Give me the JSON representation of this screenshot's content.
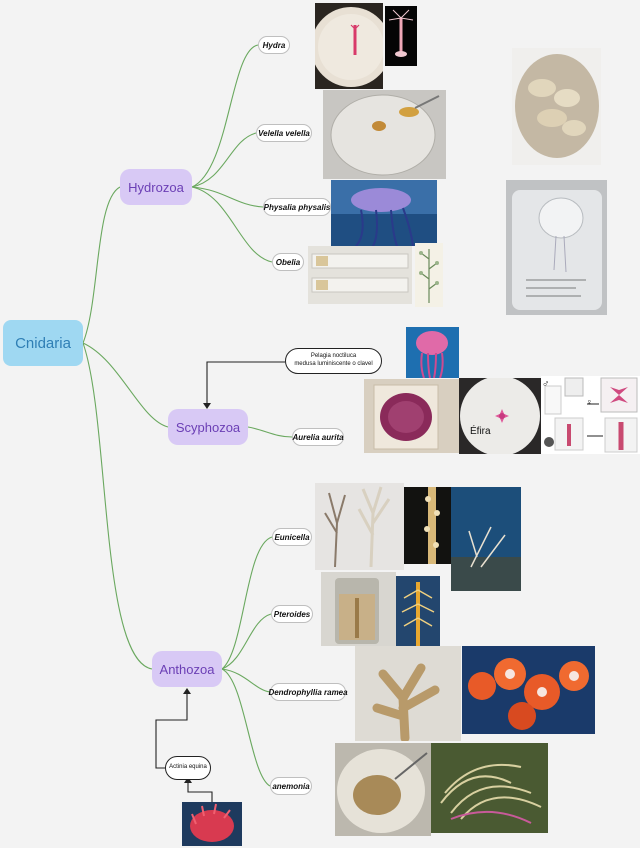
{
  "diagram": {
    "root": "Cnidaria",
    "classes": {
      "hydrozoa": "Hydrozoa",
      "scyphozoa": "Scyphozoa",
      "anthozoa": "Anthozoa"
    },
    "leaves": {
      "hydra": "Hydra",
      "velella": "Velella velella",
      "physalia": "Physalia physalis",
      "obelia": "Obelia",
      "aurelia": "Aurelia aurita",
      "eunicella": "Eunicella",
      "pteroides": "Pteroides",
      "dendrophyllia": "Dendrophyllia ramea",
      "anemonia": "anemonia"
    },
    "notes": {
      "pelagia_line1": "Pelagia noctiluca",
      "pelagia_line2": "medusa luminiscente o clavel",
      "actinia": "Actinia equina"
    },
    "photo_labels": {
      "efira": "Éfira",
      "male_symbol": "♂",
      "female_symbol": "♀"
    }
  },
  "colors": {
    "root_fill": "#9fd8f2",
    "class_fill": "#d8c9f5",
    "connector": "#6aa85f"
  }
}
